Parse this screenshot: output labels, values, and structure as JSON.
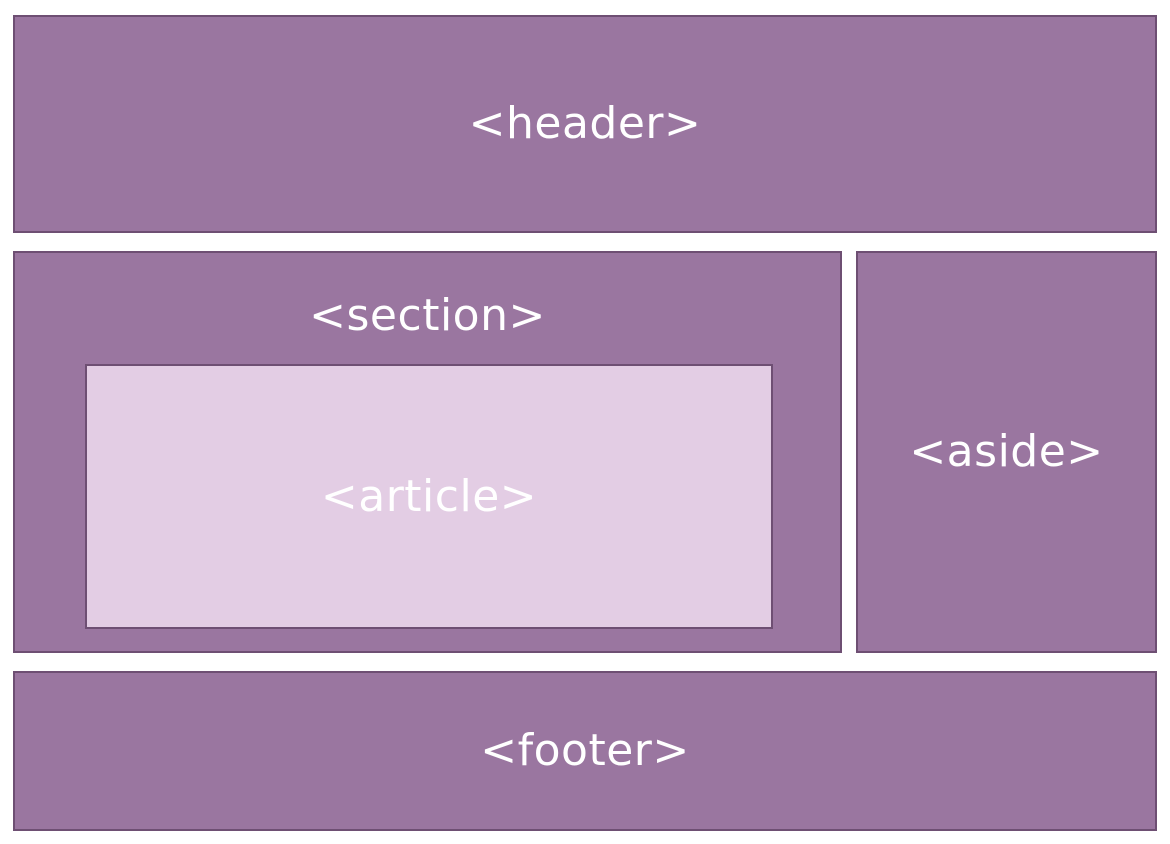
{
  "diagram": {
    "header": {
      "label": "<header>"
    },
    "section": {
      "label": "<section>"
    },
    "article": {
      "label": "<article>"
    },
    "aside": {
      "label": "<aside>"
    },
    "footer": {
      "label": "<footer>"
    }
  },
  "colors": {
    "block_fill": "#9a76a0",
    "block_border": "#6e4f73",
    "article_fill": "#e3cde4",
    "text": "#ffffff"
  }
}
